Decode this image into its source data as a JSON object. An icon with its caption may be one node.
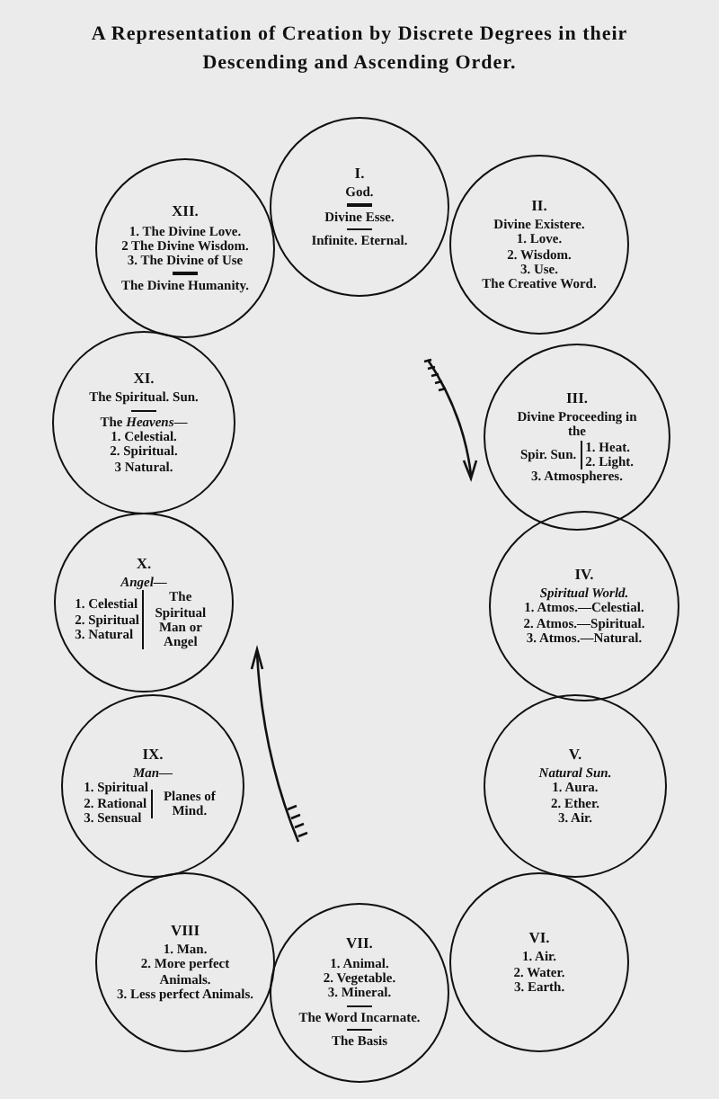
{
  "diagram": {
    "title": "A Representation of Creation by Discrete Degrees in their Descending and Ascending Order.",
    "nodes": [
      {
        "text": [
          "I.",
          "God.",
          "Divine Esse.",
          "Infinite. Eternal."
        ]
      },
      {
        "text": [
          "II.",
          "Divine Existere.",
          "1. Love.",
          "2. Wisdom.",
          "3. Use.",
          "The Creative Word."
        ]
      },
      {
        "text": [
          "III.",
          "Divine Proceeding in the",
          "Spir. Sun.",
          "1. Heat.",
          "2. Light.",
          "3. Atmospheres."
        ]
      },
      {
        "text": [
          "IV.",
          "Spiritual World.",
          "1. Atmos.—Celestial.",
          "2. Atmos.—Spiritual.",
          "3. Atmos.—Natural."
        ]
      },
      {
        "text": [
          "V.",
          "Natural Sun.",
          "1. Aura.",
          "2. Ether.",
          "3. Air."
        ]
      },
      {
        "text": [
          "VI.",
          "1. Air.",
          "2. Water.",
          "3. Earth."
        ]
      },
      {
        "text": [
          "VII.",
          "1. Animal.",
          "2. Vegetable.",
          "3. Mineral.",
          "The Word Incarnate.",
          "The Basis"
        ]
      },
      {
        "text": [
          "VIII",
          "1. Man.",
          "2. More perfect Animals.",
          "3. Less perfect Animals."
        ]
      },
      {
        "text": [
          "IX.",
          "Man—",
          "1. Spiritual",
          "2. Rational",
          "3. Sensual",
          "Planes of Mind."
        ]
      },
      {
        "text": [
          "X.",
          "Angel—",
          "1. Celestial",
          "2. Spiritual",
          "3. Natural",
          "The Spiritual Man or Angel"
        ]
      },
      {
        "text": [
          "XI.",
          "The Spiritual. Sun.",
          "The *Heavens*—",
          "1. Celestial.",
          "2. Spiritual.",
          "3 Natural."
        ]
      },
      {
        "text": [
          "XII.",
          "1. The Divine Love.",
          "2 The Divine Wisdom.",
          "3. The Divine of Use",
          "The Divine Humanity."
        ]
      }
    ],
    "edges": []
  }
}
